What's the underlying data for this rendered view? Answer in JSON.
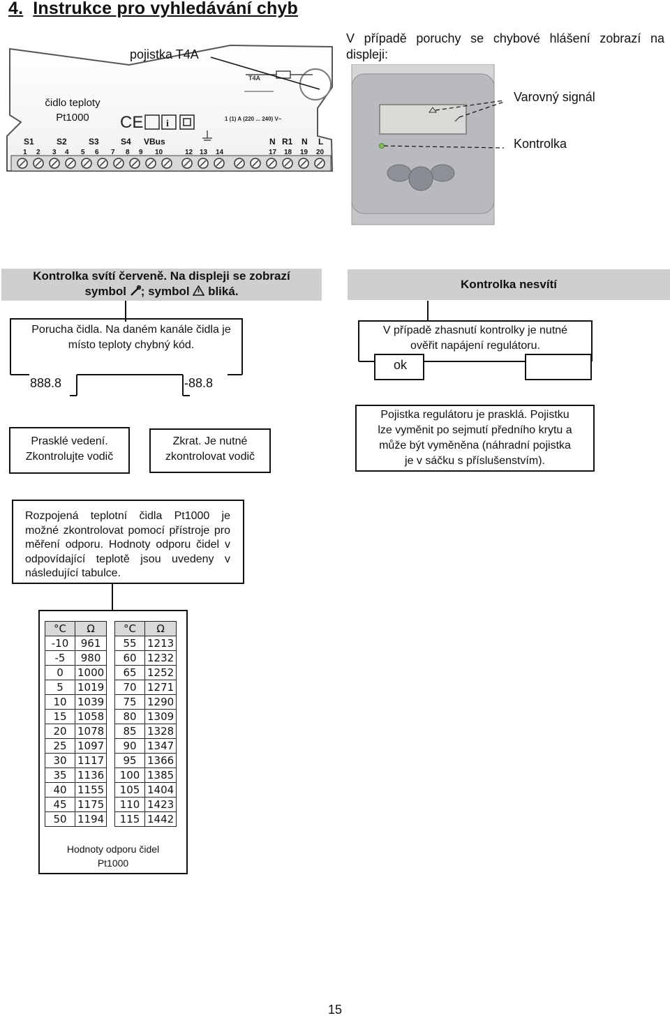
{
  "header": {
    "number": "4.",
    "title": "Instrukce pro vyhledávání chyb"
  },
  "intro": "V případě poruchy se chybové hlášení zobrazí na displeji:",
  "diagram": {
    "fuse_label": "pojistka T4A",
    "sensor_label_line1": "čidlo teploty",
    "sensor_label_line2": "Pt1000",
    "warning_label": "Varovný signál",
    "indicator_label": "Kontrolka",
    "board": {
      "fuse": "T4A",
      "rating": "1 (1) A (220 ... 240) V~",
      "group_labels": [
        "S1",
        "S2",
        "S3",
        "S4",
        "VBus",
        "N",
        "R1",
        "N",
        "L"
      ],
      "terminal_numbers": [
        "1",
        "2",
        "3",
        "4",
        "5",
        "6",
        "7",
        "8",
        "9",
        "10",
        "12",
        "13",
        "14",
        "17",
        "18",
        "19",
        "20"
      ]
    }
  },
  "left_branch": {
    "header_line1": "Kontrolka svítí červeně. Na displeji se zobrazí",
    "header_pre": "symbol",
    "header_mid": "; symbol",
    "header_post": "bliká.",
    "box_text_line1": "Porucha čidla. Na daném kanále čidla je",
    "box_text_line2": "místo teploty chybný kód.",
    "code_left": "888.8",
    "code_right": "-88.8",
    "open_line1": "Prasklé vedení.",
    "open_line2": "Zkontrolujte vodič",
    "short_line1": "Zkrat. Je nutné",
    "short_line2": "zkontrolovat vodič"
  },
  "right_branch": {
    "header": "Kontrolka nesvítí",
    "box_line1": "V případě zhasnutí kontrolky je nutné",
    "box_line2": "ověřit napájení regulátoru.",
    "ok_label": "ok",
    "fuse_line1": "Pojistka regulátoru je prasklá. Pojistku",
    "fuse_line2": "lze vyměnit po sejmutí předního krytu a",
    "fuse_line3": "může být vyměněna (náhradní pojistka",
    "fuse_line4": "je v sáčku s příslušenstvím)."
  },
  "pt1000_note": "Rozpojená teplotní čidla Pt1000 je možné zkontrolovat pomocí přístroje pro měření odporu. Hodnoty odporu čidel v odpovídající teplotě jsou uvedeny v následující tabulce.",
  "resistance_table": {
    "col_temp": "°C",
    "col_ohm": "Ω",
    "left": [
      [
        "-10",
        "961"
      ],
      [
        "-5",
        "980"
      ],
      [
        "0",
        "1000"
      ],
      [
        "5",
        "1019"
      ],
      [
        "10",
        "1039"
      ],
      [
        "15",
        "1058"
      ],
      [
        "20",
        "1078"
      ],
      [
        "25",
        "1097"
      ],
      [
        "30",
        "1117"
      ],
      [
        "35",
        "1136"
      ],
      [
        "40",
        "1155"
      ],
      [
        "45",
        "1175"
      ],
      [
        "50",
        "1194"
      ]
    ],
    "right": [
      [
        "55",
        "1213"
      ],
      [
        "60",
        "1232"
      ],
      [
        "65",
        "1252"
      ],
      [
        "70",
        "1271"
      ],
      [
        "75",
        "1290"
      ],
      [
        "80",
        "1309"
      ],
      [
        "85",
        "1328"
      ],
      [
        "90",
        "1347"
      ],
      [
        "95",
        "1366"
      ],
      [
        "100",
        "1385"
      ],
      [
        "105",
        "1404"
      ],
      [
        "110",
        "1423"
      ],
      [
        "115",
        "1442"
      ]
    ],
    "caption_line1": "Hodnoty odporu čidel",
    "caption_line2": "Pt1000"
  },
  "page_number": "15"
}
